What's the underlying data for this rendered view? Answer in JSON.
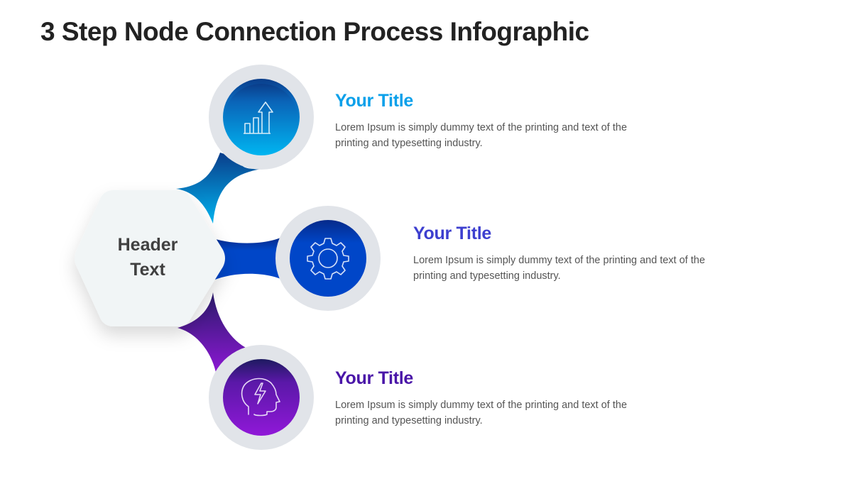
{
  "page": {
    "title": "3 Step Node Connection Process Infographic"
  },
  "hub": {
    "line1": "Header",
    "line2": "Text",
    "fill": "#f1f5f6"
  },
  "steps": [
    {
      "icon": "growth-chart-icon",
      "title": "Your Title",
      "description": "Lorem Ipsum is simply dummy text of the printing and text of the printing and typesetting industry.",
      "title_color": "#0aa0ea",
      "gradient_top": "#0a3d8a",
      "gradient_bottom": "#00b4f0"
    },
    {
      "icon": "gear-icon",
      "title": "Your Title",
      "description": "Lorem Ipsum is simply dummy text of the printing and text of the printing and typesetting industry.",
      "title_color": "#3d3fcf",
      "gradient_top": "#062a8a",
      "gradient_bottom": "#0046c8"
    },
    {
      "icon": "head-lightning-icon",
      "title": "Your Title",
      "description": "Lorem Ipsum is simply dummy text of the printing and text of the printing and typesetting industry.",
      "title_color": "#4a16a8",
      "gradient_top": "#2a1a6a",
      "gradient_bottom": "#9018d8"
    }
  ]
}
